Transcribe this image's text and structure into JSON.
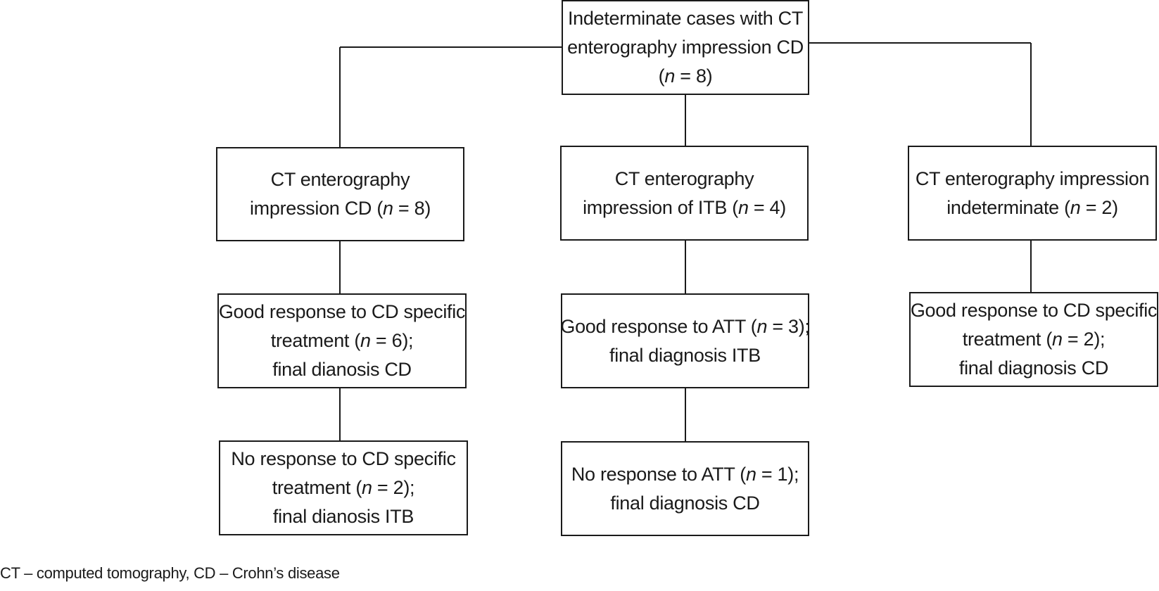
{
  "nodes": {
    "root": {
      "line1": "Indeterminate cases with CT",
      "line2": "enterography impression CD",
      "n_open": "(",
      "n_var": "n",
      "n_rest": " = 8)"
    },
    "branch_cd": {
      "line1": "CT enterography",
      "line2_pre": "impression CD (",
      "n_var": "n",
      "line2_post": " = 8)"
    },
    "branch_itb": {
      "line1": "CT enterography",
      "line2_pre": "impression of ITB (",
      "n_var": "n",
      "line2_post": " = 4)"
    },
    "branch_indet": {
      "line1": "CT enterography impression",
      "line2_pre": "indeterminate (",
      "n_var": "n",
      "line2_post": " = 2)"
    },
    "cd_good": {
      "line1": "Good response to CD specific",
      "line2_pre": "treatment (",
      "n_var": "n",
      "line2_post": " = 6);",
      "line3": "final dianosis CD"
    },
    "cd_none": {
      "line1": "No response to CD specific",
      "line2_pre": "treatment (",
      "n_var": "n",
      "line2_post": " = 2);",
      "line3": "final dianosis ITB"
    },
    "itb_good": {
      "line1_pre": "Good response to ATT (",
      "n_var": "n",
      "line1_post": " = 3);",
      "line2": "final diagnosis ITB"
    },
    "itb_none": {
      "line1_pre": "No response to ATT (",
      "n_var": "n",
      "line1_post": " = 1);",
      "line2": "final diagnosis CD"
    },
    "indet_good": {
      "line1": "Good response to CD specific",
      "line2_pre": "treatment (",
      "n_var": "n",
      "line2_post": " = 2);",
      "line3": "final diagnosis CD"
    }
  },
  "footnote": "CT – computed tomography, CD – Crohn’s disease"
}
